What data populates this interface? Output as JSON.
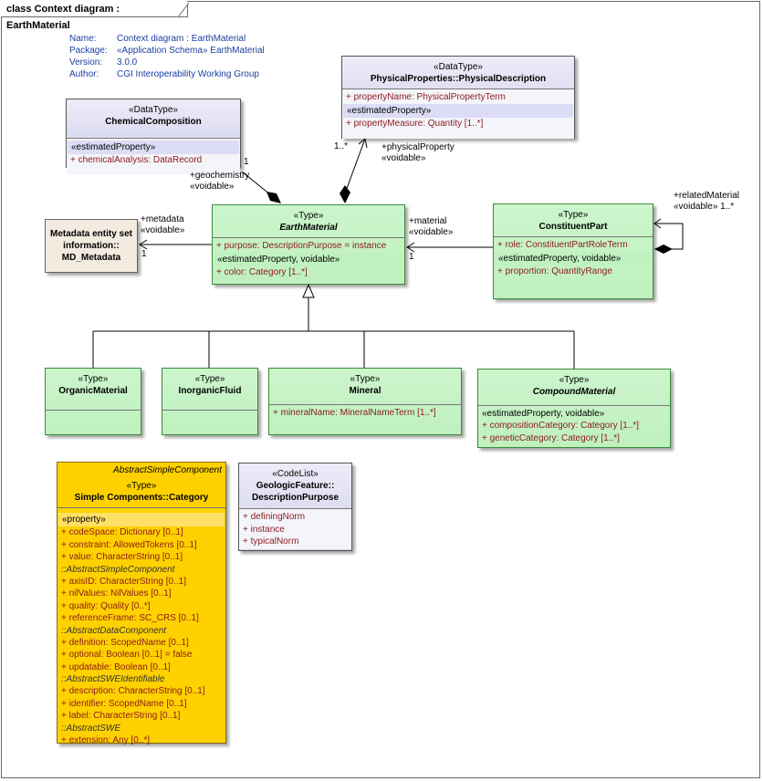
{
  "diagram_title": "class Context diagram : EarthMaterial",
  "notes": {
    "name_key": "Name:",
    "name_val": "Context diagram : EarthMaterial",
    "package_key": "Package:",
    "package_val": "«Application Schema» EarthMaterial",
    "version_key": "Version:",
    "version_val": "3.0.0",
    "author_key": "Author:",
    "author_val": "CGI Interoperability Working Group"
  },
  "physical_description": {
    "stereotype": "«DataType»",
    "name": "PhysicalProperties::PhysicalDescription",
    "attr1": "+ propertyName: PhysicalPropertyTerm",
    "group": "«estimatedProperty»",
    "attr2": "+ propertyMeasure: Quantity [1..*]"
  },
  "chemical_composition": {
    "stereotype": "«DataType»",
    "name": "ChemicalComposition",
    "group": "«estimatedProperty»",
    "attr1": "+ chemicalAnalysis: DataRecord"
  },
  "metadata": {
    "name": "Metadata entity set information:: MD_Metadata"
  },
  "earth_material": {
    "stereotype": "«Type»",
    "name": "EarthMaterial",
    "attr1": "+ purpose: DescriptionPurpose = instance",
    "group": "«estimatedProperty, voidable»",
    "attr2": "+ color: Category [1..*]"
  },
  "constituent_part": {
    "stereotype": "«Type»",
    "name": "ConstituentPart",
    "attr1": "+ role: ConstituentPartRoleTerm",
    "group": "«estimatedProperty, voidable»",
    "attr2": "+ proportion: QuantityRange"
  },
  "organic_material": {
    "stereotype": "«Type»",
    "name": "OrganicMaterial"
  },
  "inorganic_fluid": {
    "stereotype": "«Type»",
    "name": "InorganicFluid"
  },
  "mineral": {
    "stereotype": "«Type»",
    "name": "Mineral",
    "attr1": "+ mineralName: MineralNameTerm [1..*]"
  },
  "compound_material": {
    "stereotype": "«Type»",
    "name": "CompoundMaterial",
    "group": "«estimatedProperty, voidable»",
    "attr1": "+ compositionCategory: Category [1..*]",
    "attr2": "+ geneticCategory: Category [1..*]"
  },
  "category": {
    "abstract_parent": "AbstractSimpleComponent",
    "stereotype": "«Type»",
    "name": "Simple Components::Category",
    "group": "«property»",
    "attrs_a": [
      "+ codeSpace: Dictionary [0..1]",
      "+ constraint: AllowedTokens [0..1]",
      "+ value: CharacterString [0..1]"
    ],
    "inh1": "::AbstractSimpleComponent",
    "attrs_b": [
      "+ axisID: CharacterString [0..1]",
      "+ nilValues: NilValues [0..1]",
      "+ quality: Quality [0..*]",
      "+ referenceFrame: SC_CRS [0..1]"
    ],
    "inh2": "::AbstractDataComponent",
    "attrs_c": [
      "+ definition: ScopedName [0..1]",
      "+ optional: Boolean [0..1] = false",
      "+ updatable: Boolean [0..1]"
    ],
    "inh3": "::AbstractSWEIdentifiable",
    "attrs_d": [
      "+ description: CharacterString [0..1]",
      "+ identifier: ScopedName [0..1]",
      "+ label: CharacterString [0..1]"
    ],
    "inh4": "::AbstractSWE",
    "attrs_e": [
      "+ extension: Any [0..*]"
    ]
  },
  "description_purpose": {
    "stereotype": "«CodeList»",
    "name": "GeologicFeature:: DescriptionPurpose",
    "attrs": [
      "+ definingNorm",
      "+ instance",
      "+ typicalNorm"
    ]
  },
  "labels": {
    "phys_mult": "1..*",
    "phys_role": "+physicalProperty",
    "phys_void": "«voidable»",
    "chem_mult": "1",
    "chem_role": "+geochemistry",
    "chem_void": "«voidable»",
    "meta_role": "+metadata",
    "meta_void": "«voidable»",
    "meta_mult": "1",
    "mat_role": "+material",
    "mat_void": "«voidable»",
    "mat_mult": "1",
    "rel_role": "+relatedMaterial",
    "rel_void": "«voidable» 1..*"
  },
  "colors": {
    "type_green": "#c6f2c6",
    "datatype_lavender": "#dcdcf5",
    "metadata_beige": "#f3ebe0",
    "external_gold": "#ffd100"
  }
}
